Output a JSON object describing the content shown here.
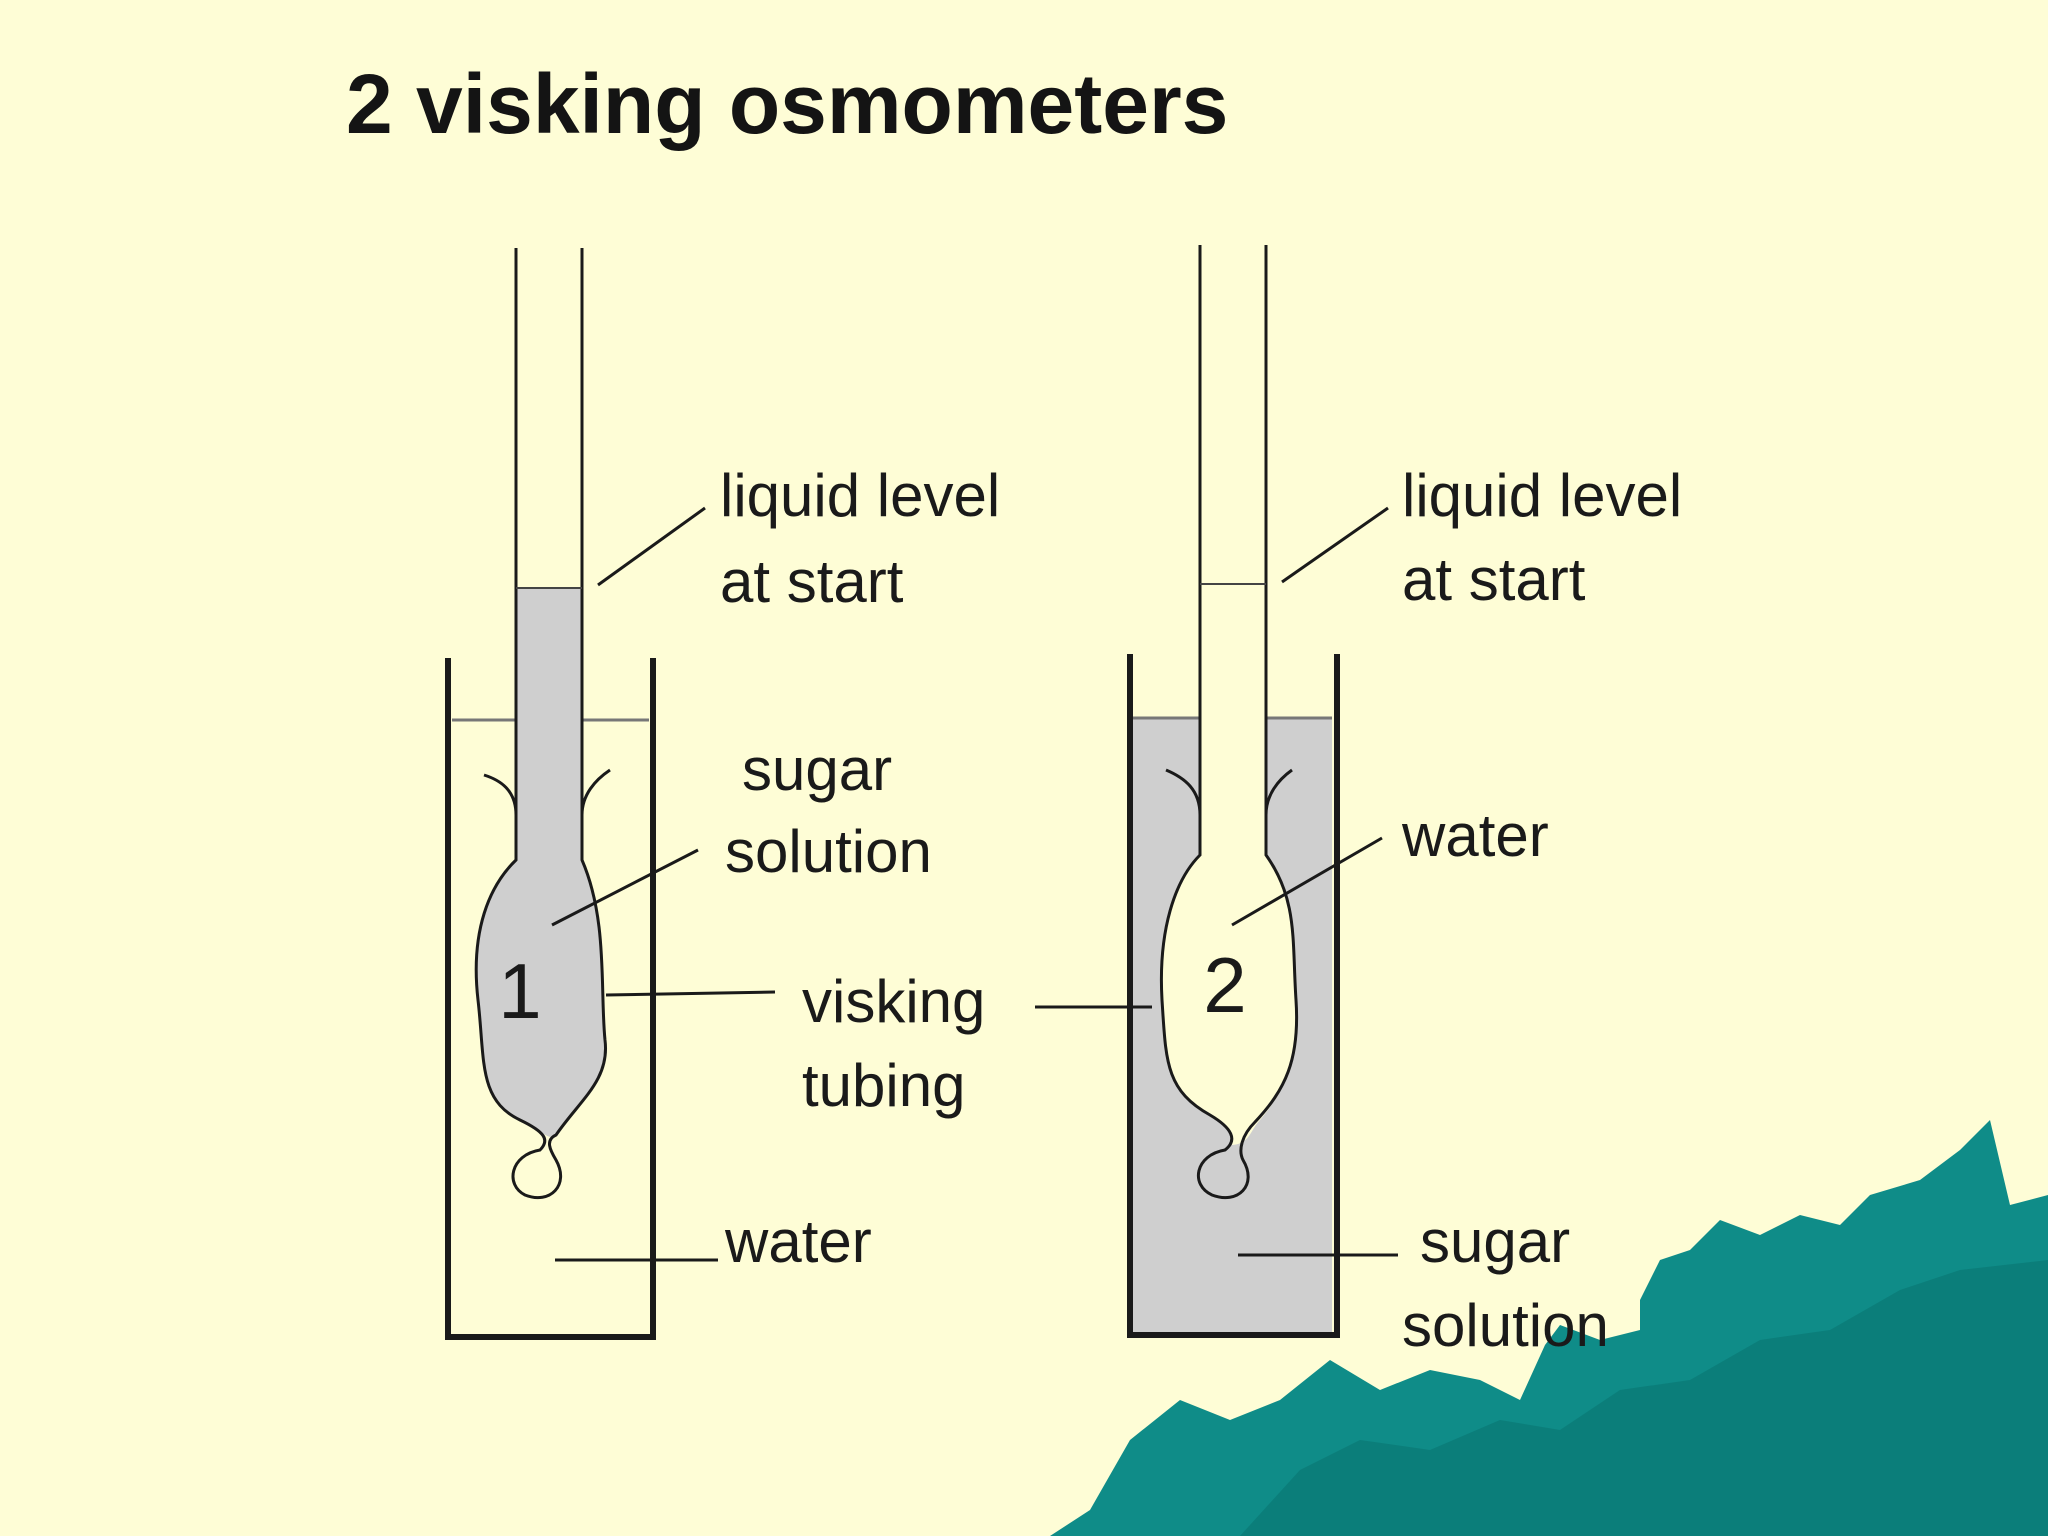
{
  "title": "2 visking osmometers",
  "colors": {
    "background": "#fefdd6",
    "solution_fill": "#cfcfcf",
    "outline": "#1a1a1a",
    "decoration_teal": "#0f8c88"
  },
  "osmometer_1": {
    "number": "1",
    "labels": {
      "liquid_level_line1": "liquid level",
      "liquid_level_line2": "at start",
      "inside_line1": "sugar",
      "inside_line2": "solution",
      "outside": "water"
    }
  },
  "osmometer_2": {
    "number": "2",
    "labels": {
      "liquid_level_line1": "liquid level",
      "liquid_level_line2": "at start",
      "inside": "water",
      "outside_line1": "sugar",
      "outside_line2": "solution"
    }
  },
  "shared_labels": {
    "tubing_line1": "visking",
    "tubing_line2": "tubing"
  }
}
